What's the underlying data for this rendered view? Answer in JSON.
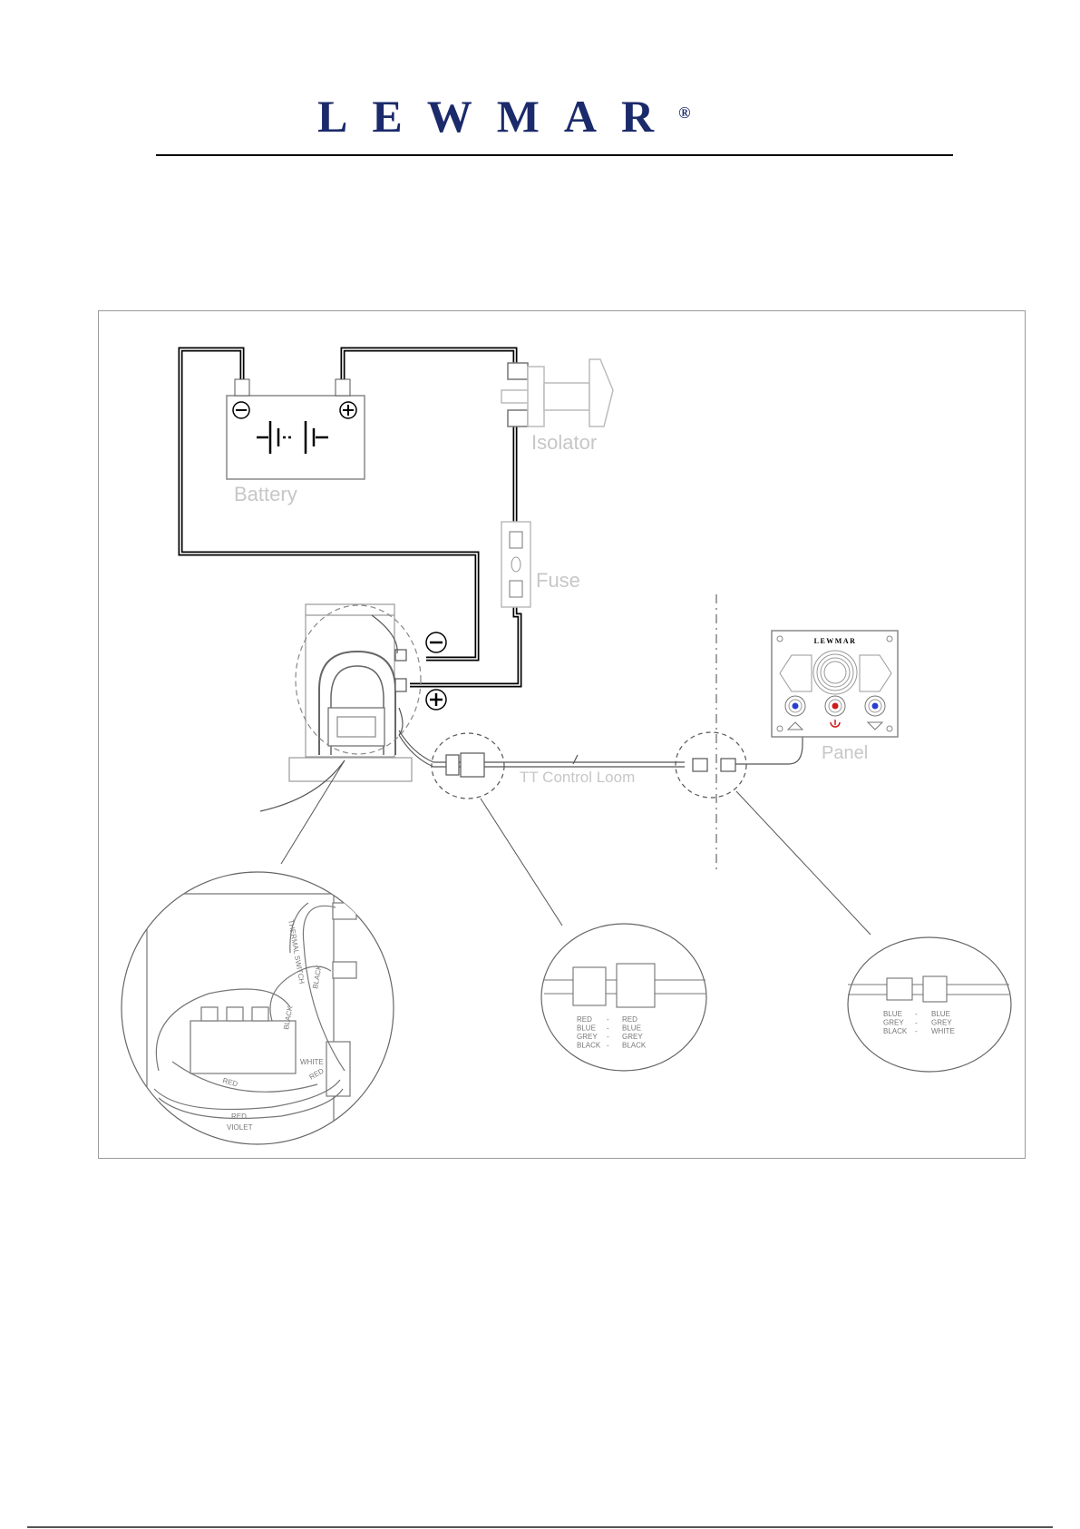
{
  "header": {
    "brand": "LEWMAR",
    "registered": "®"
  },
  "diagram": {
    "labels": {
      "battery": "Battery",
      "isolator": "Isolator",
      "fuse": "Fuse",
      "panel": "Panel",
      "loom": "TT Control Loom",
      "panel_brand": "LEWMAR",
      "minus": "−",
      "plus": "+"
    },
    "detail_left": {
      "wires": [
        "THERMAL SWITCH",
        "BLACK",
        "BLACK",
        "WHITE",
        "RED",
        "RED",
        "RED",
        "VIOLET"
      ]
    },
    "detail_middle": {
      "rows": [
        [
          "RED",
          "-",
          "RED"
        ],
        [
          "BLUE",
          "-",
          "BLUE"
        ],
        [
          "GREY",
          "-",
          "GREY"
        ],
        [
          "BLACK",
          "-",
          "BLACK"
        ]
      ]
    },
    "detail_right": {
      "rows": [
        [
          "BLUE",
          "-",
          "BLUE"
        ],
        [
          "GREY",
          "-",
          "GREY"
        ],
        [
          "BLACK",
          "-",
          "WHITE"
        ]
      ]
    },
    "colors": {
      "cable": "#000000",
      "line": "#555555",
      "faint": "#c7c7c7",
      "brand": "#1b2a6b",
      "up_down": "#2a3fd0",
      "power": "#d11a1a"
    }
  }
}
